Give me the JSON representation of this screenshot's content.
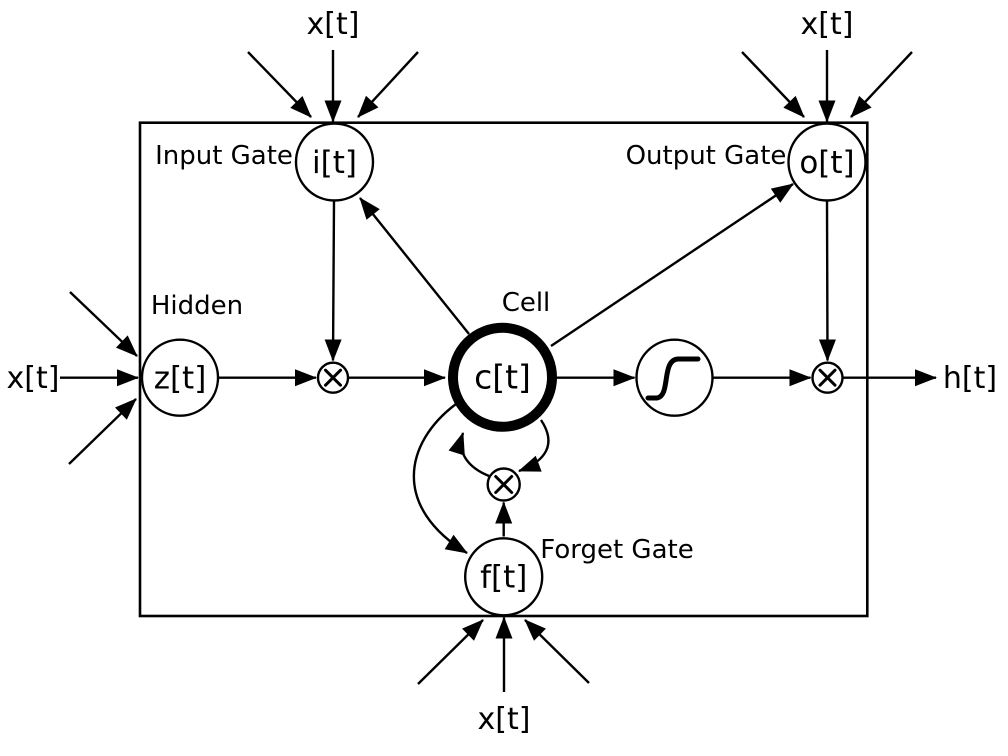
{
  "diagram_type": "lstm-cell",
  "colors": {
    "ink": "#000000",
    "background": "#ffffff"
  },
  "inputs": {
    "top_left_label": "x[t]",
    "top_right_label": "x[t]",
    "left_label": "x[t]",
    "bottom_label": "x[t]"
  },
  "output": {
    "label": "h[t]"
  },
  "nodes": {
    "input_gate": {
      "symbol": "i[t]",
      "caption": "Input Gate"
    },
    "output_gate": {
      "symbol": "o[t]",
      "caption": "Output Gate"
    },
    "hidden": {
      "symbol": "z[t]",
      "caption": "Hidden"
    },
    "cell": {
      "symbol": "c[t]",
      "caption": "Cell"
    },
    "forget_gate": {
      "symbol": "f[t]",
      "caption": "Forget Gate"
    }
  },
  "icons": {
    "multiply": "circled-times",
    "activation": "sigmoid-curve",
    "arrowhead": "filled-triangle"
  }
}
